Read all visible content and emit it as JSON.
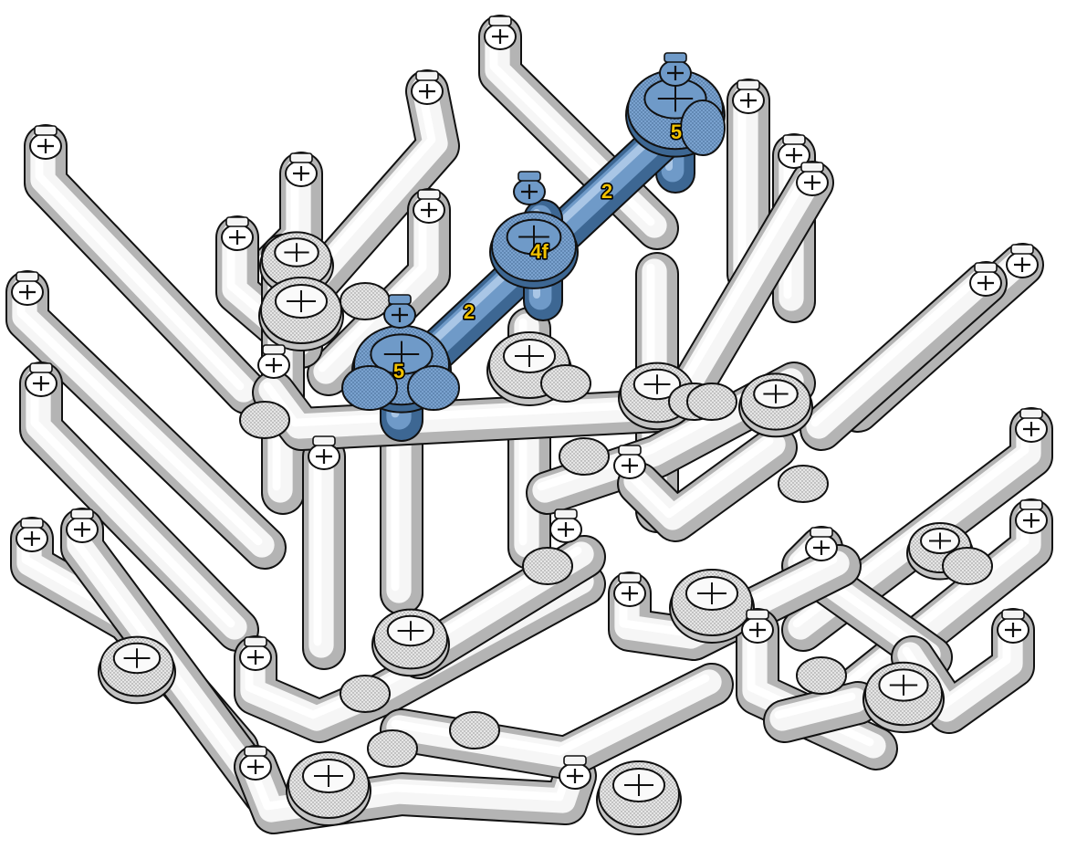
{
  "colors": {
    "tube_fill": "#f6f6f6",
    "tube_shadow": "#b4b4b4",
    "outline": "#111111",
    "highlight_fill": "#6f9ac8",
    "highlight_dark": "#3d6793",
    "label_fill": "#f2c200"
  },
  "highlight_labels": [
    {
      "id": "connector-5-right",
      "text": "5"
    },
    {
      "id": "pipe-2-right",
      "text": "2"
    },
    {
      "id": "connector-4f",
      "text": "4f"
    },
    {
      "id": "pipe-2-left",
      "text": "2"
    },
    {
      "id": "connector-5-left",
      "text": "5"
    }
  ]
}
